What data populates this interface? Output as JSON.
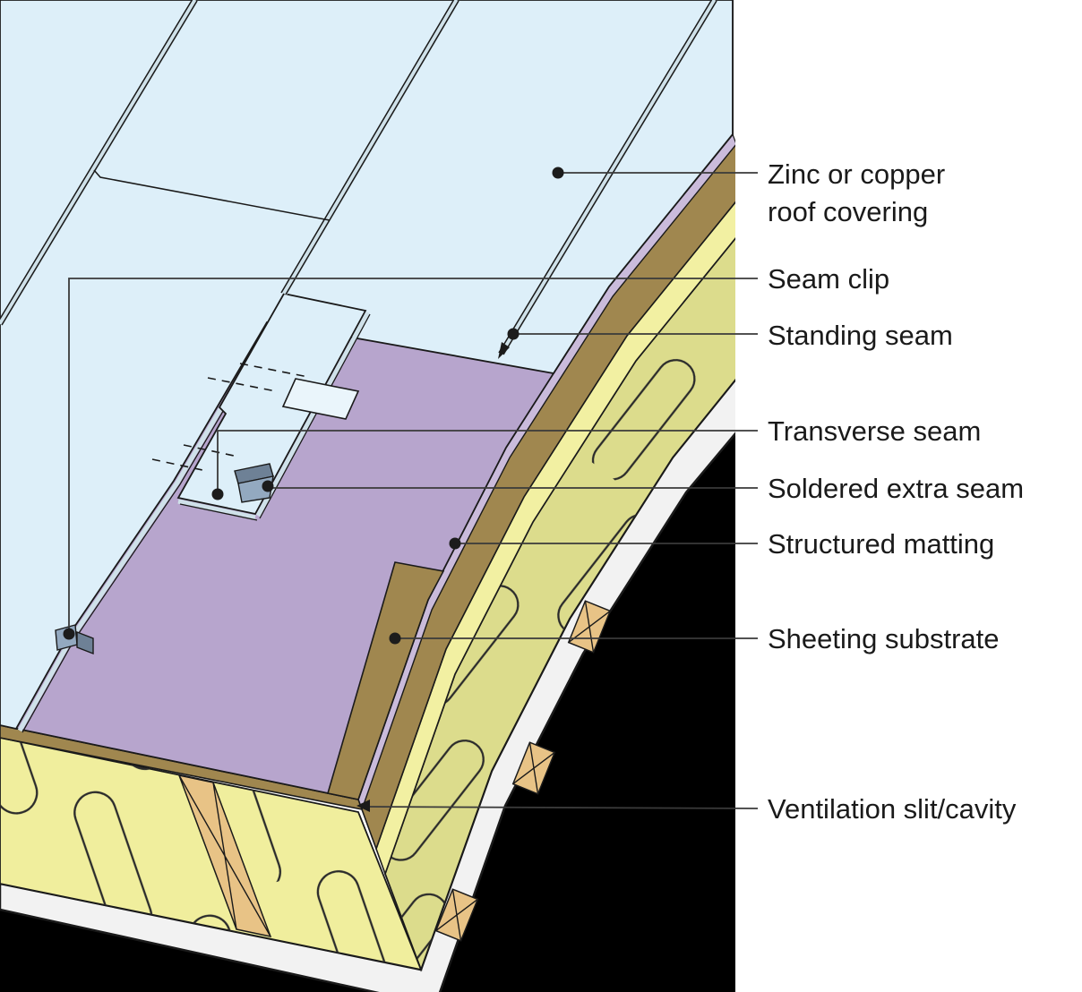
{
  "labels": [
    {
      "id": "roof-covering",
      "line1": "Zinc or copper",
      "line2": "roof covering"
    },
    {
      "id": "seam-clip",
      "text": "Seam clip"
    },
    {
      "id": "standing-seam",
      "text": "Standing seam"
    },
    {
      "id": "transverse-seam",
      "text": "Transverse seam"
    },
    {
      "id": "soldered-extra-seam",
      "text": "Soldered extra seam"
    },
    {
      "id": "structured-matting",
      "text": "Structured matting"
    },
    {
      "id": "sheeting-substrate",
      "text": "Sheeting substrate"
    },
    {
      "id": "ventilation-slit",
      "text": "Ventilation slit/cavity"
    }
  ],
  "colors": {
    "background": "#ffffff",
    "black": "#000000",
    "text": "#1a1a1a",
    "line": "#1a1a1a",
    "leader": "#3a3a3a",
    "leader_dot": "#1c1c1c",
    "roof_covering": "#ddeff9",
    "panel_edge_fill": "#cfe1e9",
    "small_panel": "#eaf5fb",
    "matting": "#b7a5cd",
    "matting_edge": "#cabbdb",
    "substrate": "#a0874f",
    "vent": "#f2f0a2",
    "vent_arrow": "#8cd4f2",
    "insulation_front": "#f0ee9d",
    "insulation_side": "#dcdc8c",
    "insulation_line": "#2b2b2b",
    "rafter": "#e8c386",
    "board_white": "#f2f2f2",
    "clip_gray": "#93a9c0",
    "clip_dark": "#6e8196"
  }
}
